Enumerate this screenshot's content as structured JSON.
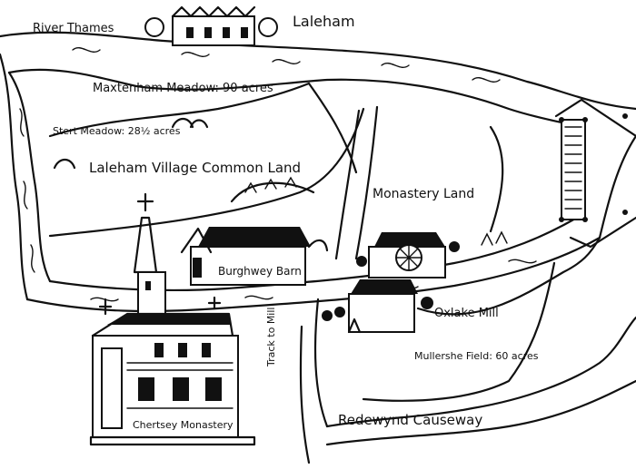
{
  "map": {
    "labels": {
      "laleham": "Laleham",
      "river_thames": "River Thames",
      "maxtenham_meadow": "Maxtenham Meadow: 90 acres",
      "stert_meadow": "Stert Meadow: 28½ acres",
      "village_common": "Laleham Village Common Land",
      "monastery_land": "Monastery Land",
      "burghwey_barn": "Burghwey Barn",
      "oxlake_mill": "Oxlake Mill",
      "mullershe_field": "Mullershe Field: 60 acres",
      "track_to_mill": "Track to Mill",
      "redewynd_causeway": "Redewynd Causeway",
      "chertsey_monastery": "Chertsey Monastery"
    },
    "style": {
      "ink": "#111111",
      "paper": "#ffffff"
    }
  }
}
